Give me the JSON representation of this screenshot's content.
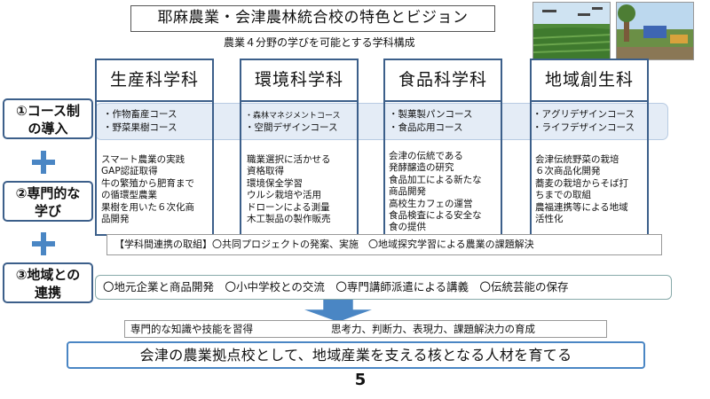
{
  "title": "耶麻農業・会津農林統合校の特色とビジョン",
  "subtitle": "農業４分野の学びを可能とする学科構成",
  "departments": [
    {
      "name": "生産科学科",
      "courses": [
        "・作物畜産コース",
        "・野菜果樹コース"
      ],
      "studies": "スマート農業の実践\nGAP認証取得\n牛の繁殖から肥育まで\nの循環型農業\n果樹を用いた６次化商\n品開発"
    },
    {
      "name": "環境科学科",
      "courses": [
        "・森林マネジメントコース",
        "・空間デザインコース"
      ],
      "studies": "職業選択に活かせる\n資格取得\n環境保全学習\nウルシ栽培や活用\nドローンによる測量\n木工製品の製作販売"
    },
    {
      "name": "食品科学科",
      "courses": [
        "・製菓製パンコース",
        "・食品応用コース"
      ],
      "studies": "会津の伝統である\n発酵醸造の研究\n食品加工による新たな\n商品開発\n高校生カフェの運営\n食品検査による安全な\n食の提供"
    },
    {
      "name": "地域創生科",
      "courses": [
        "・アグリデザインコース",
        "・ライフデザインコース"
      ],
      "studies": "会津伝統野菜の栽培\n６次商品化開発\n蕎麦の栽培からそば打\nちまでの取組\n農福連携等による地域\n活性化"
    }
  ],
  "left_labels": {
    "course": "①コース制\nの導入",
    "specialized": "②専門的な\n学び",
    "regional": "③地域との\n連携"
  },
  "collaboration": "【学科間連携の取組】〇共同プロジェクトの発案、実施　〇地域探究学習による農業の課題解決",
  "regional_items": "〇地元企業と商品開発　〇小中学校との交流　〇専門講師派遣による講義　〇伝統芸能の保存",
  "skills": {
    "left": "専門的な知識や技能を習得",
    "right": "思考力、判断力、表現力、課題解決力の育成"
  },
  "goal": "会津の農業拠点校として、地域産業を支える核となる人材を育てる",
  "page_number": "5",
  "colors": {
    "frame_blue": "#3c5f8a",
    "accent_blue": "#4a86c4",
    "band_fill": "#e4ecf6"
  }
}
